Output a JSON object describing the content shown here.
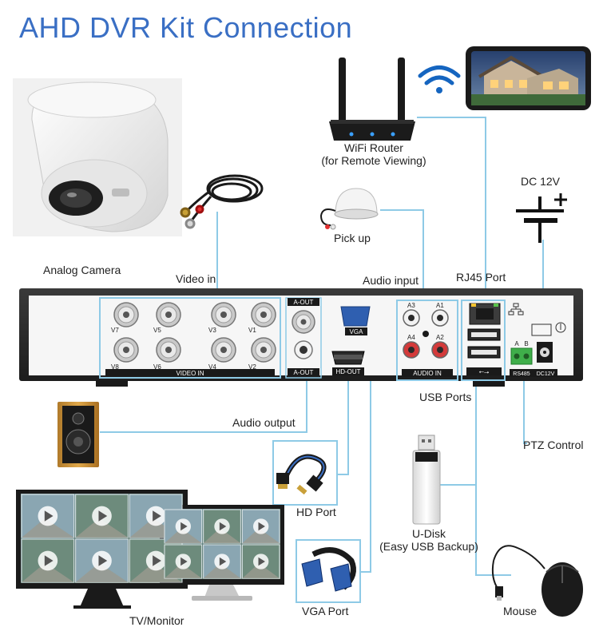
{
  "title": "AHD DVR Kit Connection",
  "labels": {
    "wifi_router": "WiFi Router",
    "wifi_router_sub": "(for Remote Viewing)",
    "dc": "DC 12V",
    "pick_up": "Pick up",
    "analog_camera": "Analog Camera",
    "video_in": "Video in",
    "audio_input": "Audio input",
    "rj45_port": "RJ45 Port",
    "usb_ports": "USB Ports",
    "audio_output": "Audio output",
    "ptz_control": "PTZ Control",
    "hd_port": "HD Port",
    "u_disk": "U-Disk",
    "u_disk_sub": "(Easy USB Backup)",
    "tv_monitor": "TV/Monitor",
    "vga_port": "VGA Port",
    "mouse": "Mouse"
  },
  "panel": {
    "video_in": "VIDEO IN",
    "a_out": "A-OUT",
    "a_out_bottom": "A-OUT",
    "vga": "VGA",
    "hd_out": "HD-OUT",
    "audio_in": "AUDIO IN",
    "rs485": "RS485",
    "dc12v": "DC12V",
    "rs485_a": "A",
    "rs485_b": "B",
    "channels": [
      "V7",
      "V5",
      "V3",
      "V1",
      "V8",
      "V6",
      "V4",
      "V2"
    ],
    "audio_channels": [
      "A3",
      "A1",
      "A4",
      "A2"
    ]
  },
  "colors": {
    "title": "#3a6fc4",
    "line": "#8ecae6",
    "dvr": "#2c2c2c"
  }
}
